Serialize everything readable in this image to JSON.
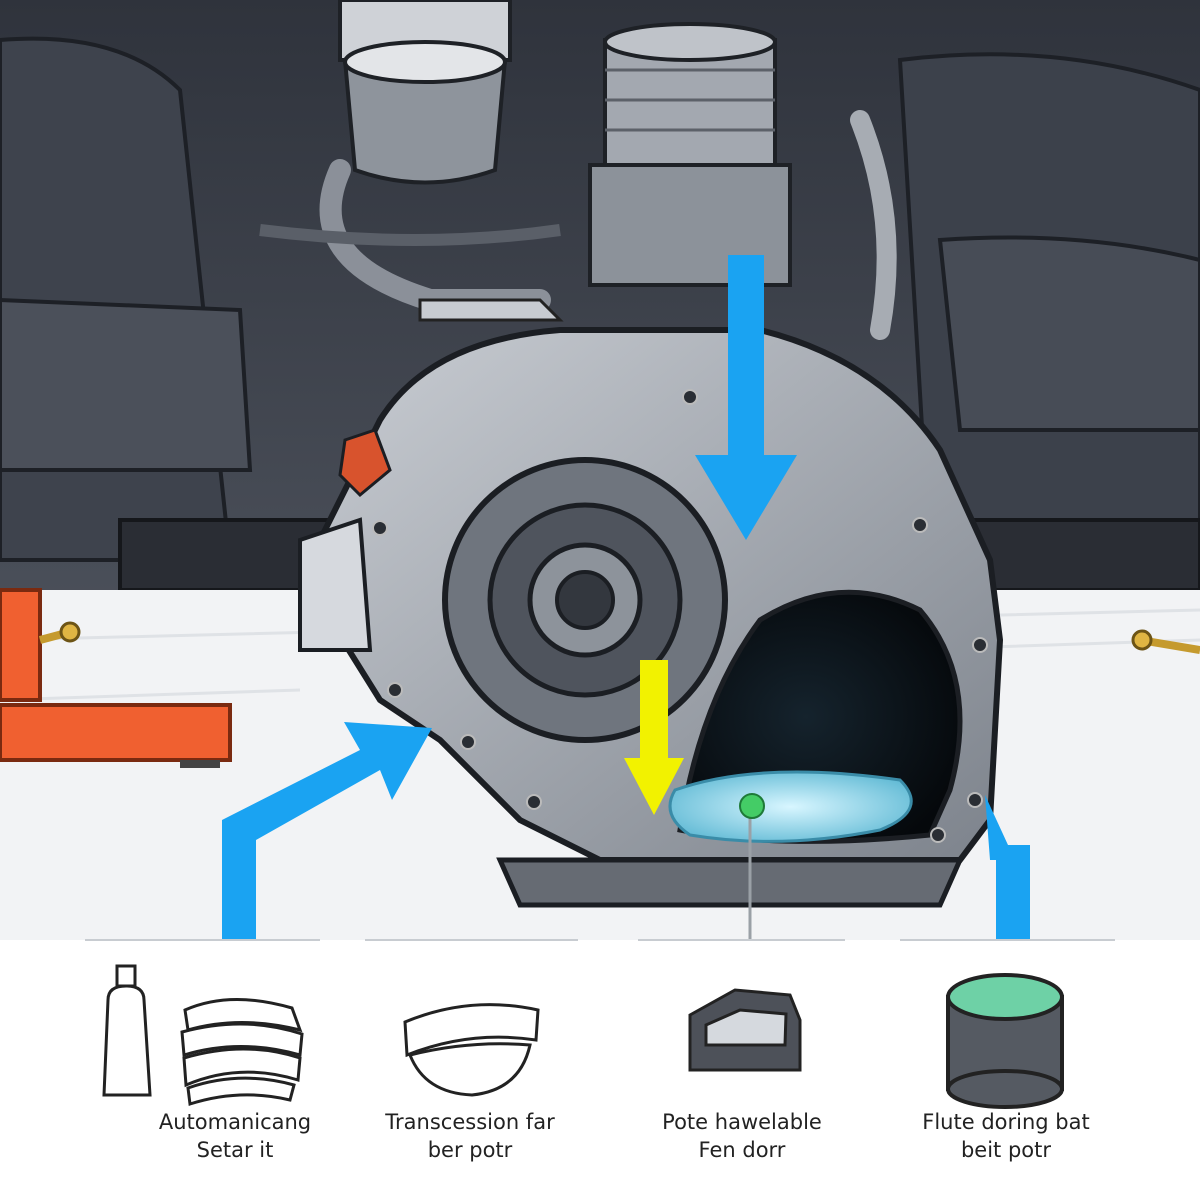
{
  "colors": {
    "flow_arrow": "#1aa3f2",
    "drain_arrow": "#f2f200",
    "fluid": "#8fd8ea",
    "jack": "#f06030",
    "casing": "#aeb4bc",
    "undercarriage": "#3a3e47"
  },
  "diagram": {
    "arrows": [
      {
        "name": "fill-arrow",
        "direction": "down",
        "color": "flow_arrow"
      },
      {
        "name": "return-arrow-left",
        "direction": "up-right",
        "color": "flow_arrow"
      },
      {
        "name": "return-arrow-right",
        "direction": "up",
        "color": "flow_arrow"
      },
      {
        "name": "drain-arrow",
        "direction": "down",
        "color": "drain_arrow"
      }
    ],
    "icons": [
      "floor-jack-icon",
      "spray-bottle-icon",
      "shop-rags-icon",
      "drain-pan-icon",
      "filter-pan-icon",
      "gasket-roll-icon"
    ]
  },
  "captions": [
    {
      "line1": "Automanicang",
      "line2": "Setar it"
    },
    {
      "line1": "Transcession far",
      "line2": "ber potr"
    },
    {
      "line1": "Pote hawelable",
      "line2": "Fen dorr"
    },
    {
      "line1": "Flute doring bat",
      "line2": "beit potr"
    }
  ]
}
